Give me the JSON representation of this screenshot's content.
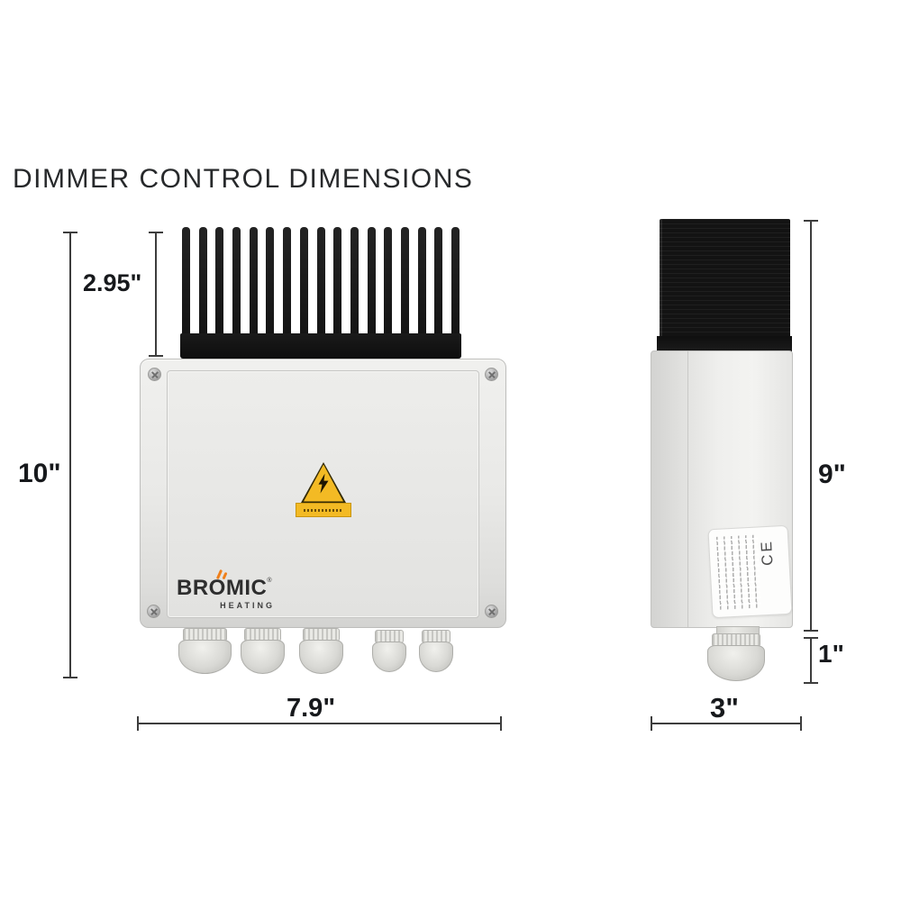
{
  "title": "DIMMER CONTROL DIMENSIONS",
  "views": {
    "front": {
      "dimensions": {
        "heatsink_height": "2.95\"",
        "total_height": "10\"",
        "width": "7.9\""
      }
    },
    "side": {
      "dimensions": {
        "body_height": "9\"",
        "gland_height": "1\"",
        "depth": "3\""
      }
    }
  },
  "logo": {
    "brand": "BROMIC",
    "registered": "®",
    "tagline": "HEATING"
  },
  "labels": {
    "ce_mark": "CE"
  },
  "icons": {
    "warning": "high-voltage-warning-triangle",
    "flame": "bromic-flame"
  },
  "colors": {
    "warning_yellow": "#F3BA24",
    "flame_orange": "#EF7F1A",
    "heatsink_black": "#151515",
    "dimension_line": "#3D3D3D",
    "enclosure_gray": "#E7E7E5"
  },
  "structure": {
    "heatsink_fin_count": 17
  }
}
